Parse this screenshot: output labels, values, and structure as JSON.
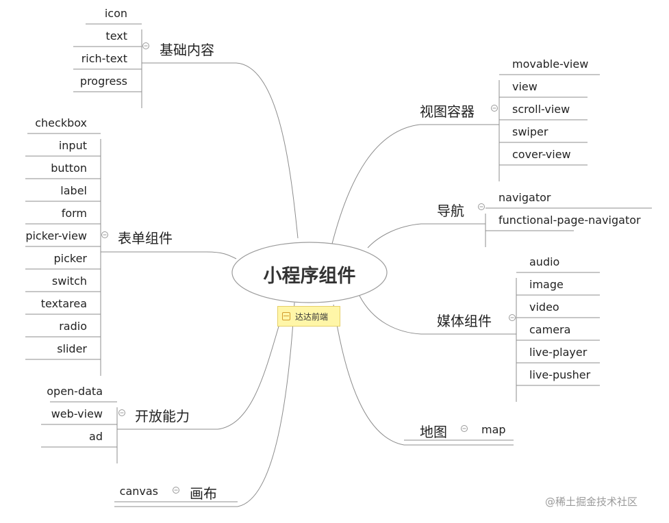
{
  "root": {
    "label": "小程序组件"
  },
  "sticker": {
    "label": "达达前端"
  },
  "watermark": "@稀土掘金技术社区",
  "colors": {
    "line": "#8c8c8c",
    "root_border": "#9b9b9b",
    "sticker_fill": "#fff6a8"
  },
  "branches": [
    {
      "id": "basic",
      "label": "基础内容",
      "items": [
        "icon",
        "text",
        "rich-text",
        "progress"
      ]
    },
    {
      "id": "form",
      "label": "表单组件",
      "items": [
        "checkbox",
        "input",
        "button",
        "label",
        "form",
        "picker-view",
        "picker",
        "switch",
        "textarea",
        "radio",
        "slider"
      ]
    },
    {
      "id": "open",
      "label": "开放能力",
      "items": [
        "open-data",
        "web-view",
        "ad"
      ]
    },
    {
      "id": "canvas",
      "label": "画布",
      "items": [
        "canvas"
      ]
    },
    {
      "id": "view",
      "label": "视图容器",
      "items": [
        "movable-view",
        "view",
        "scroll-view",
        "swiper",
        "cover-view"
      ]
    },
    {
      "id": "nav",
      "label": "导航",
      "items": [
        "navigator",
        "functional-page-navigator"
      ]
    },
    {
      "id": "media",
      "label": "媒体组件",
      "items": [
        "audio",
        "image",
        "video",
        "camera",
        "live-player",
        "live-pusher"
      ]
    },
    {
      "id": "map",
      "label": "地图",
      "items": [
        "map"
      ]
    }
  ]
}
